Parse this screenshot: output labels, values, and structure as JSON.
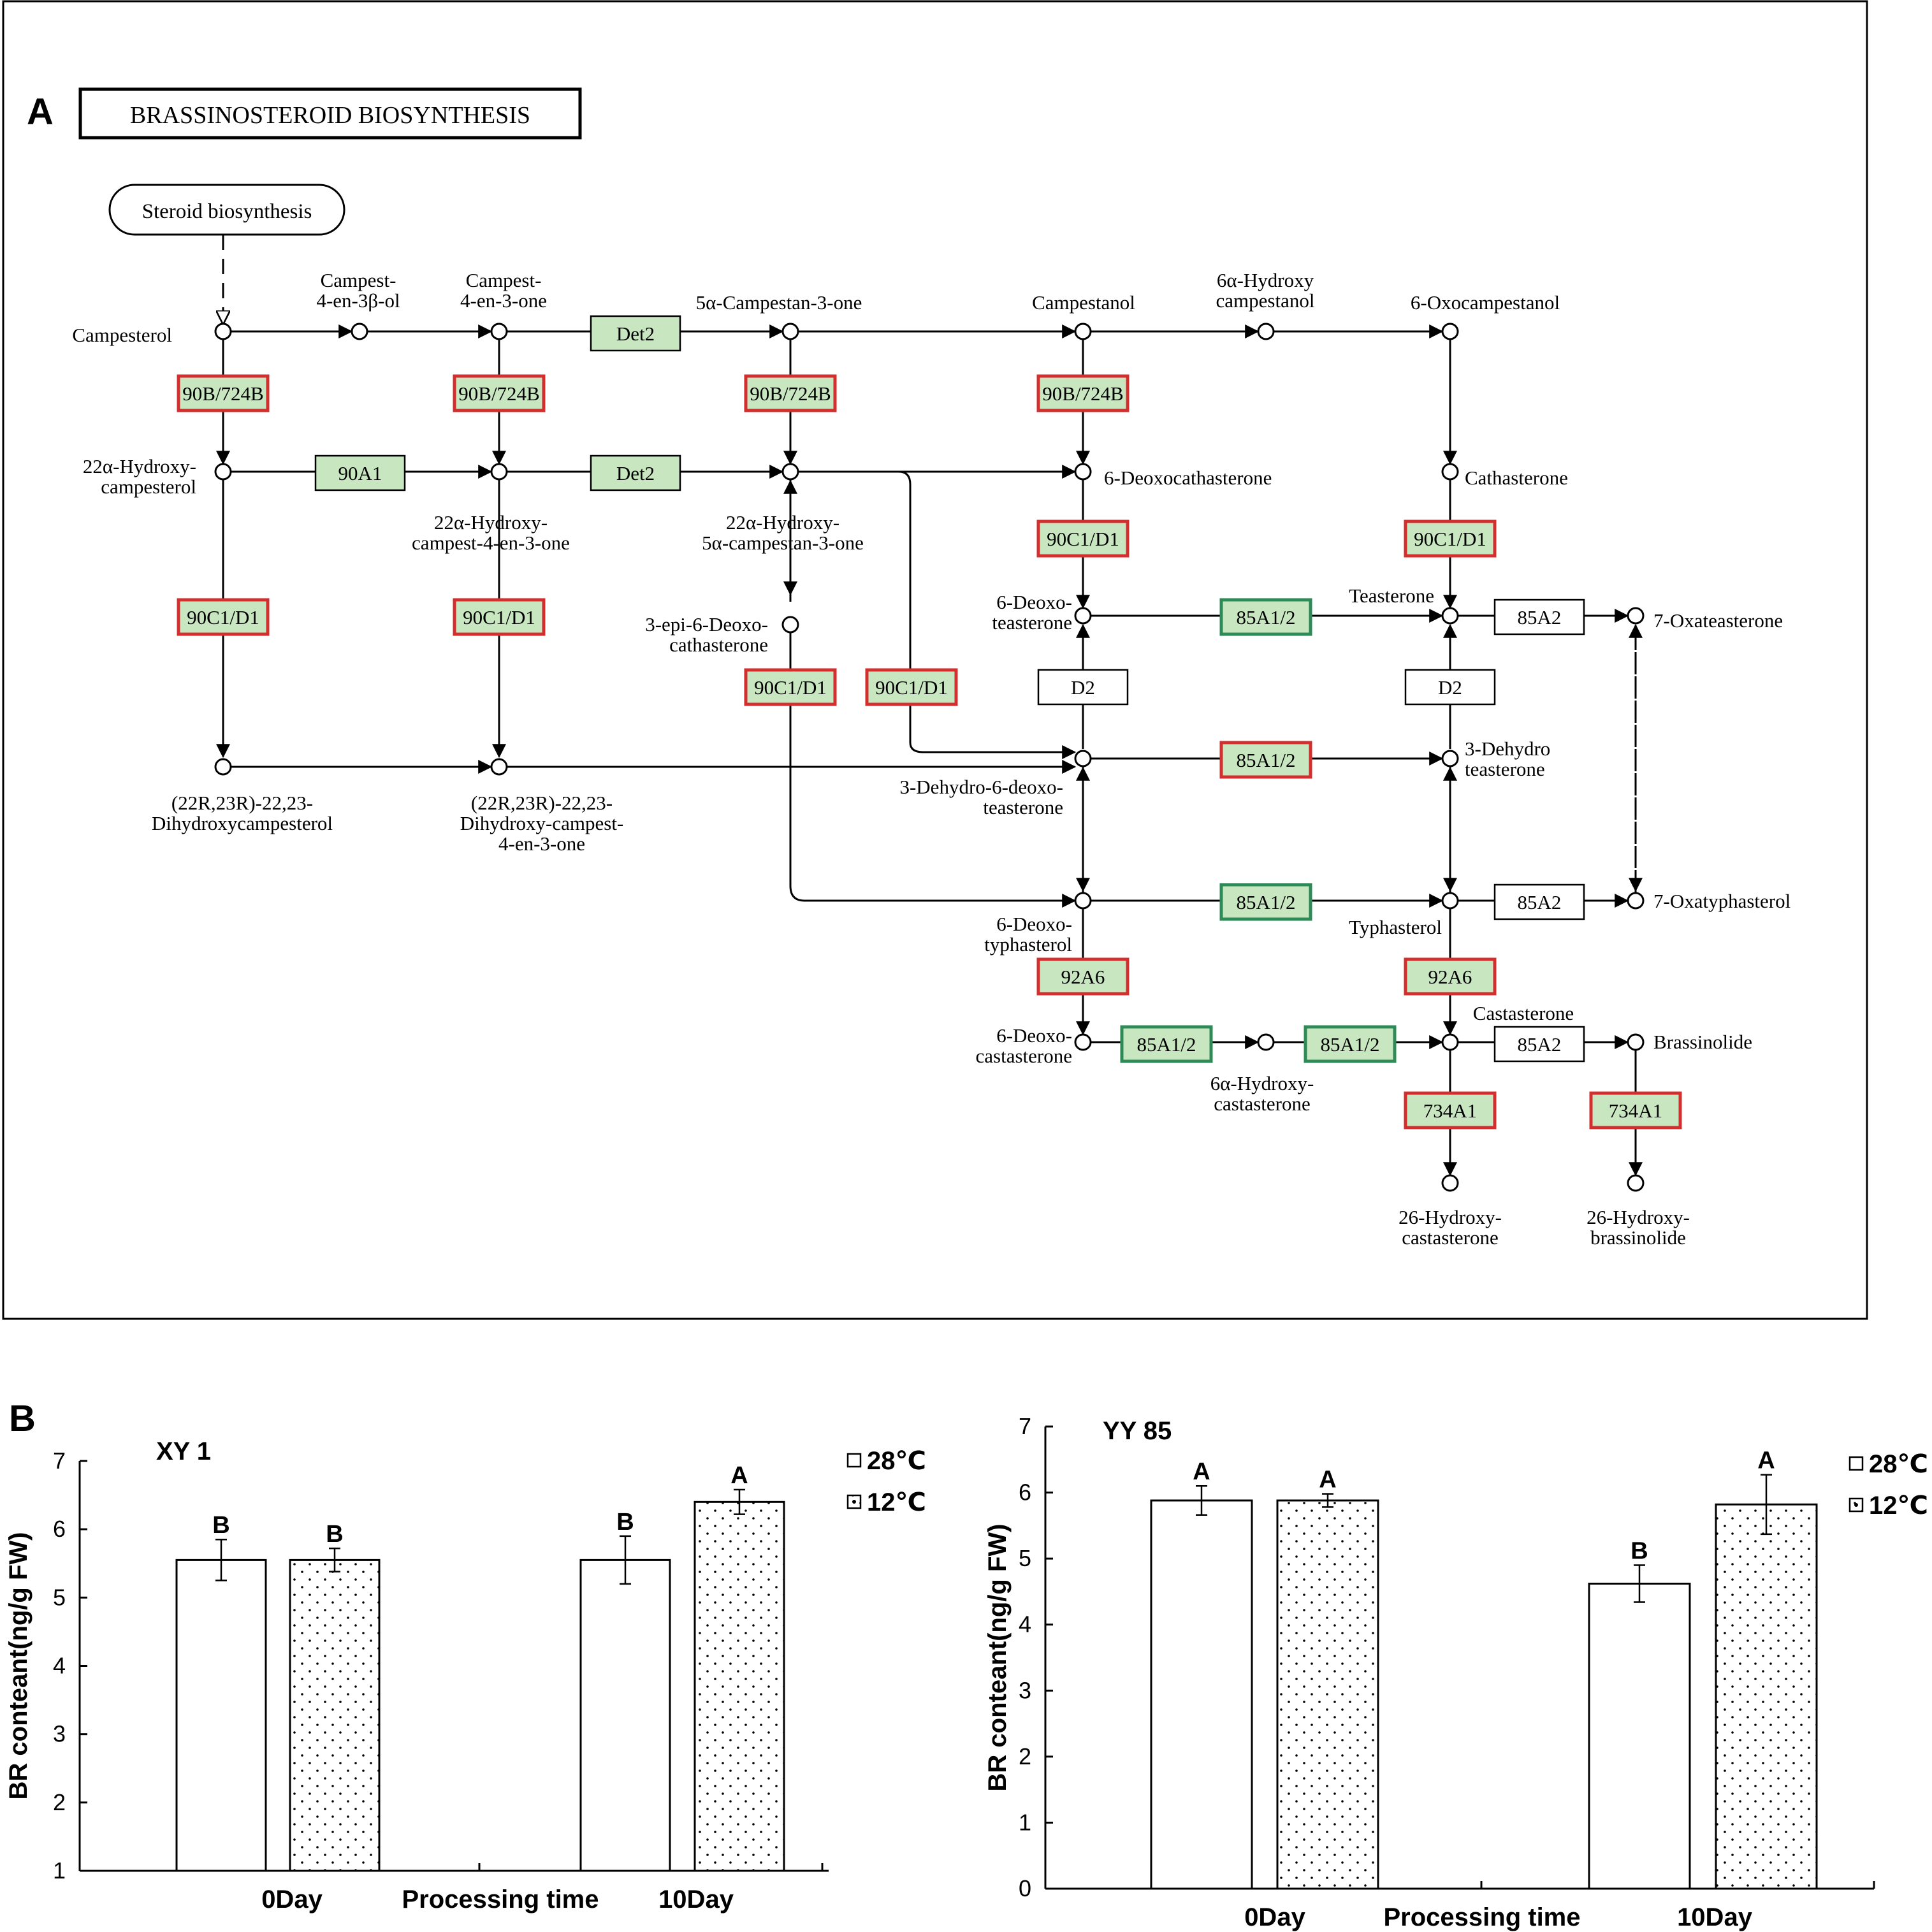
{
  "panel_a": {
    "letter": "A",
    "title": "BRASSINOSTEROID BIOSYNTHESIS",
    "start": "Steroid biosynthesis",
    "compounds": [
      {
        "id": "campesterol",
        "lines": [
          "Campesterol"
        ]
      },
      {
        "id": "campest-4-en-3b-ol",
        "lines": [
          "Campest-",
          "4-en-3β-ol"
        ]
      },
      {
        "id": "campest-4-en-3-one",
        "lines": [
          "Campest-",
          "4-en-3-one"
        ]
      },
      {
        "id": "5a-campestan-3-one",
        "lines": [
          "5α-Campestan-3-one"
        ]
      },
      {
        "id": "campestanol",
        "lines": [
          "Campestanol"
        ]
      },
      {
        "id": "6a-hydroxycampestanol",
        "lines": [
          "6α-Hydroxy",
          "campestanol"
        ]
      },
      {
        "id": "6-oxocampestanol",
        "lines": [
          "6-Oxocampestanol"
        ]
      },
      {
        "id": "22a-hydroxycampesterol",
        "lines": [
          "22α-Hydroxy-",
          "campesterol"
        ]
      },
      {
        "id": "22a-hydroxycampest-4-en-3-one",
        "lines": [
          "22α-Hydroxy-",
          "campest-4-en-3-one"
        ]
      },
      {
        "id": "22a-hydroxy-5a-campestan-3-one",
        "lines": [
          "22α-Hydroxy-",
          "5α-campestan-3-one"
        ]
      },
      {
        "id": "6-deoxocathasterone",
        "lines": [
          "6-Deoxocathasterone"
        ]
      },
      {
        "id": "cathasterone",
        "lines": [
          "Cathasterone"
        ]
      },
      {
        "id": "3-epi-6-deoxocathasterone",
        "lines": [
          "3-epi-6-Deoxo-",
          "cathasterone"
        ]
      },
      {
        "id": "6-deoxoteasterone",
        "lines": [
          "6-Deoxo-",
          "teasterone"
        ]
      },
      {
        "id": "teasterone",
        "lines": [
          "Teasterone"
        ]
      },
      {
        "id": "7-oxateasterone",
        "lines": [
          "7-Oxateasterone"
        ]
      },
      {
        "id": "dihydroxycampesterol",
        "lines": [
          "(22R,23R)-22,23-",
          "Dihydroxycampesterol"
        ]
      },
      {
        "id": "dihydroxycampest-4-en-3-one",
        "lines": [
          "(22R,23R)-22,23-",
          "Dihydroxy-campest-",
          "4-en-3-one"
        ]
      },
      {
        "id": "3-dehydro-6-deoxoteasterone",
        "lines": [
          "3-Dehydro-6-deoxo-",
          "teasterone"
        ]
      },
      {
        "id": "3-dehydroteasterone",
        "lines": [
          "3-Dehydro",
          "teasterone"
        ]
      },
      {
        "id": "6-deoxotyphasterol",
        "lines": [
          "6-Deoxo-",
          "typhasterol"
        ]
      },
      {
        "id": "typhasterol",
        "lines": [
          "Typhasterol"
        ]
      },
      {
        "id": "7-oxatyphasterol",
        "lines": [
          "7-Oxatyphasterol"
        ]
      },
      {
        "id": "6-deoxocastasterone",
        "lines": [
          "6-Deoxo-",
          "castasterone"
        ]
      },
      {
        "id": "6a-hydroxycastasterone",
        "lines": [
          "6α-Hydroxy-",
          "castasterone"
        ]
      },
      {
        "id": "castasterone",
        "lines": [
          "Castasterone"
        ]
      },
      {
        "id": "brassinolide",
        "lines": [
          "Brassinolide"
        ]
      },
      {
        "id": "26-hydroxycastasterone",
        "lines": [
          "26-Hydroxy-",
          "castasterone"
        ]
      },
      {
        "id": "26-hydroxybrassinolide",
        "lines": [
          "26-Hydroxy-",
          "brassinolide"
        ]
      }
    ],
    "enzymes": [
      {
        "id": "e1",
        "label": "90B/724B",
        "fill": "#c8e6c0",
        "border": "#d32f2f"
      },
      {
        "id": "e2",
        "label": "90B/724B",
        "fill": "#c8e6c0",
        "border": "#d32f2f"
      },
      {
        "id": "e3",
        "label": "Det2",
        "fill": "#c8e6c0",
        "border": "#000000"
      },
      {
        "id": "e4",
        "label": "90B/724B",
        "fill": "#c8e6c0",
        "border": "#d32f2f"
      },
      {
        "id": "e5",
        "label": "90B/724B",
        "fill": "#c8e6c0",
        "border": "#d32f2f"
      },
      {
        "id": "e6",
        "label": "90A1",
        "fill": "#c8e6c0",
        "border": "#000000"
      },
      {
        "id": "e7",
        "label": "Det2",
        "fill": "#c8e6c0",
        "border": "#000000"
      },
      {
        "id": "e8",
        "label": "90C1/D1",
        "fill": "#c8e6c0",
        "border": "#d32f2f"
      },
      {
        "id": "e9",
        "label": "90C1/D1",
        "fill": "#c8e6c0",
        "border": "#d32f2f"
      },
      {
        "id": "e10",
        "label": "90C1/D1",
        "fill": "#c8e6c0",
        "border": "#d32f2f"
      },
      {
        "id": "e11",
        "label": "90C1/D1",
        "fill": "#c8e6c0",
        "border": "#d32f2f"
      },
      {
        "id": "e12",
        "label": "85A1/2",
        "fill": "#c8e6c0",
        "border": "#2e8b57"
      },
      {
        "id": "e13",
        "label": "85A2",
        "fill": "#ffffff",
        "border": "#000000"
      },
      {
        "id": "e14",
        "label": "90C1/D1",
        "fill": "#c8e6c0",
        "border": "#d32f2f"
      },
      {
        "id": "e15",
        "label": "90C1/D1",
        "fill": "#c8e6c0",
        "border": "#d32f2f"
      },
      {
        "id": "e16",
        "label": "D2",
        "fill": "#ffffff",
        "border": "#000000"
      },
      {
        "id": "e17",
        "label": "D2",
        "fill": "#ffffff",
        "border": "#000000"
      },
      {
        "id": "e18",
        "label": "85A1/2",
        "fill": "#c8e6c0",
        "border": "#d32f2f"
      },
      {
        "id": "e19",
        "label": "85A1/2",
        "fill": "#c8e6c0",
        "border": "#2e8b57"
      },
      {
        "id": "e20",
        "label": "85A2",
        "fill": "#ffffff",
        "border": "#000000"
      },
      {
        "id": "e21",
        "label": "92A6",
        "fill": "#c8e6c0",
        "border": "#d32f2f"
      },
      {
        "id": "e22",
        "label": "92A6",
        "fill": "#c8e6c0",
        "border": "#d32f2f"
      },
      {
        "id": "e23",
        "label": "85A1/2",
        "fill": "#c8e6c0",
        "border": "#2e8b57"
      },
      {
        "id": "e24",
        "label": "85A1/2",
        "fill": "#c8e6c0",
        "border": "#2e8b57"
      },
      {
        "id": "e25",
        "label": "85A2",
        "fill": "#ffffff",
        "border": "#000000"
      },
      {
        "id": "e26",
        "label": "734A1",
        "fill": "#c8e6c0",
        "border": "#d32f2f"
      },
      {
        "id": "e27",
        "label": "734A1",
        "fill": "#c8e6c0",
        "border": "#d32f2f"
      }
    ]
  },
  "panel_b": {
    "letter": "B",
    "ylabel": "BR  conteant(ng/g FW)",
    "xlabel": "Processing time"
  },
  "chart_data": [
    {
      "type": "bar",
      "title": "XY 1",
      "categories": [
        "0Day",
        "10Day"
      ],
      "series": [
        {
          "name": "28℃",
          "values": [
            5.55,
            5.55
          ],
          "errors": [
            0.3,
            0.35
          ],
          "letters": [
            "B",
            "B"
          ]
        },
        {
          "name": "12℃",
          "values": [
            5.55,
            6.4
          ],
          "errors": [
            0.17,
            0.18
          ],
          "letters": [
            "B",
            "A"
          ]
        }
      ],
      "xlabel": "Processing time",
      "ylabel": "BR  conteant(ng/g FW)",
      "ylim": [
        1,
        7
      ],
      "yticks": [
        "1",
        "2",
        "3",
        "4",
        "5",
        "6",
        "7"
      ],
      "legend": "top-right",
      "grid": false
    },
    {
      "type": "bar",
      "title": "YY 85",
      "categories": [
        "0Day",
        "10Day"
      ],
      "series": [
        {
          "name": "28℃",
          "values": [
            5.88,
            4.62
          ],
          "errors": [
            0.22,
            0.28
          ],
          "letters": [
            "A",
            "B"
          ]
        },
        {
          "name": "12℃",
          "values": [
            5.88,
            5.82
          ],
          "errors": [
            0.1,
            0.45
          ],
          "letters": [
            "A",
            "A"
          ]
        }
      ],
      "xlabel": "Processing time",
      "ylabel": "BR  conteant(ng/g FW)",
      "ylim": [
        0,
        7
      ],
      "yticks": [
        "0",
        "1",
        "2",
        "3",
        "4",
        "5",
        "6",
        "7"
      ],
      "legend": "top-right",
      "grid": false
    }
  ]
}
